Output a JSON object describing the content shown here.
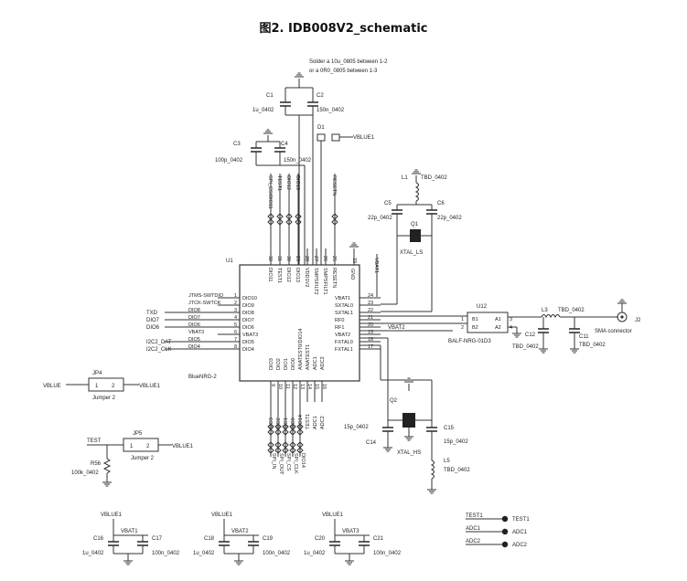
{
  "title": "图2. IDB008V2_schematic",
  "note": {
    "line1": "Solder a 10u_0805 between 1-2",
    "line2": "or a 0R0_0805 between 1-3"
  },
  "u1": {
    "ref": "U1",
    "part": "BlueNRG-2",
    "left_pins": [
      {
        "num": "1",
        "name": "DIO10"
      },
      {
        "num": "2",
        "name": "DIO9"
      },
      {
        "num": "3",
        "name": "DIO8"
      },
      {
        "num": "4",
        "name": "DIO7"
      },
      {
        "num": "5",
        "name": "DIO6"
      },
      {
        "num": "6",
        "name": "VBAT3"
      },
      {
        "num": "7",
        "name": "DIO5"
      },
      {
        "num": "8",
        "name": "DIO4"
      }
    ],
    "left_nets": [
      "JTMS-SWTDIO",
      "JTCK-SWTCK",
      "DIO8",
      "DIO7",
      "DIO6",
      "VBAT3",
      "DIO5",
      "DIO4"
    ],
    "left_ext": [
      "",
      "",
      "TXD",
      "DIO7",
      "DIO6",
      "",
      "I2C2_DAT",
      "I2C2_CLK"
    ],
    "right_pins": [
      {
        "num": "24",
        "name": "VBAT1"
      },
      {
        "num": "23",
        "name": "SXTAL0"
      },
      {
        "num": "22",
        "name": "SXTAL1"
      },
      {
        "num": "21",
        "name": "RF0"
      },
      {
        "num": "20",
        "name": "RF1"
      },
      {
        "num": "19",
        "name": "VBAT2"
      },
      {
        "num": "18",
        "name": "FXTAL0"
      },
      {
        "num": "17",
        "name": "FXTAL1"
      }
    ],
    "right_nets": [
      "VBAT1",
      "",
      "",
      "",
      "",
      "VBAT2",
      "",
      ""
    ],
    "top_pins": [
      {
        "num": "32",
        "name": "DIO11"
      },
      {
        "num": "31",
        "name": "TEST1"
      },
      {
        "num": "30",
        "name": "DIO12"
      },
      {
        "num": "29",
        "name": "DIO13"
      },
      {
        "num": "28",
        "name": "VDD1V2"
      },
      {
        "num": "27",
        "name": "SMPSFILT2"
      },
      {
        "num": "26",
        "name": "SMPSFILT1"
      },
      {
        "num": "25",
        "name": "RESETN"
      }
    ],
    "top_nets": [
      "SPI_CS/DIO11",
      "TEST1",
      "DIO12",
      "DIO13",
      "",
      "",
      "",
      "RESETN"
    ],
    "gnd_pin": {
      "num": "33",
      "name": "GND"
    },
    "bottom_pins": [
      {
        "num": "9",
        "name": "DIO3"
      },
      {
        "num": "10",
        "name": "DIO2"
      },
      {
        "num": "11",
        "name": "DIO1"
      },
      {
        "num": "12",
        "name": "DIO0"
      },
      {
        "num": "13",
        "name": "ANATEST0/DIO14"
      },
      {
        "num": "14",
        "name": "ANATEST1"
      },
      {
        "num": "15",
        "name": "ADC1"
      },
      {
        "num": "16",
        "name": "ADC2"
      }
    ],
    "bottom_nets": [
      "DIO3",
      "DIO2",
      "DIO1",
      "DIO0",
      "DIO14",
      "TEST1",
      "ADC1",
      "ADC2"
    ],
    "bottom_ext": [
      "SPI_IN",
      "SPI_OUT",
      "SPI_CS",
      "SPI_CLK",
      "DIO14",
      "",
      "",
      ""
    ]
  },
  "caps": {
    "c1": {
      "ref": "C1",
      "value": "1u_0402"
    },
    "c2": {
      "ref": "C2",
      "value": "150n_0402"
    },
    "c3": {
      "ref": "C3",
      "value": "100p_0402"
    },
    "c4": {
      "ref": "C4",
      "value": "150n_0402"
    },
    "c5": {
      "ref": "C5",
      "value": "22p_0402"
    },
    "c6": {
      "ref": "C6",
      "value": "22p_0402"
    },
    "c12": {
      "ref": "C12",
      "value": "TBD_0402"
    },
    "c11": {
      "ref": "C11",
      "value": "TBD_0402"
    },
    "c14": {
      "ref": "C14",
      "value": "15p_0402"
    },
    "c15": {
      "ref": "C15",
      "value": "15p_0402"
    },
    "c16": {
      "ref": "C16",
      "value": "1u_0402"
    },
    "c17": {
      "ref": "C17",
      "value": "100n_0402"
    },
    "c18": {
      "ref": "C18",
      "value": "1u_0402"
    },
    "c19": {
      "ref": "C19",
      "value": "100n_0402"
    },
    "c20": {
      "ref": "C20",
      "value": "1u_0402"
    },
    "c21": {
      "ref": "C21",
      "value": "100n_0402"
    }
  },
  "d1": {
    "ref": "D1",
    "net": "VBLUE1"
  },
  "l1": {
    "ref": "L1",
    "value": "TBD_0402"
  },
  "l3": {
    "ref": "L3",
    "value": "TBD_0402"
  },
  "l5": {
    "ref": "L5",
    "value": "TBD_0402"
  },
  "q1": {
    "ref": "Q1",
    "part": "XTAL_LS"
  },
  "q2": {
    "ref": "Q2",
    "part": "XTAL_HS"
  },
  "u12": {
    "ref": "U12",
    "part": "BALF-NRG-01D3",
    "pins": [
      "B1",
      "B2",
      "A1",
      "A2"
    ],
    "nums": [
      "1",
      "2",
      "3",
      "4"
    ]
  },
  "j2": {
    "ref": "J2",
    "part": "SMA connector"
  },
  "jp4": {
    "ref": "JP4",
    "part": "Jumper 2",
    "left_net": "VBLUE",
    "right_net": "VBLUE1",
    "p1": "1",
    "p2": "2"
  },
  "jp5": {
    "ref": "JP5",
    "part": "Jumper 2",
    "left_net": "TEST",
    "right_net": "VBLUE1",
    "p1": "1",
    "p2": "2"
  },
  "r56": {
    "ref": "R56",
    "value": "100k_0402"
  },
  "decoupling": [
    {
      "net": "VBLUE1",
      "vbat": "VBAT1"
    },
    {
      "net": "VBLUE1",
      "vbat": "VBAT2"
    },
    {
      "net": "VBLUE1",
      "vbat": "VBAT3"
    }
  ],
  "testpoints": [
    {
      "net": "TEST1",
      "label": "TEST1"
    },
    {
      "net": "ADC1",
      "label": "ADC1"
    },
    {
      "net": "ADC2",
      "label": "ADC2"
    }
  ]
}
